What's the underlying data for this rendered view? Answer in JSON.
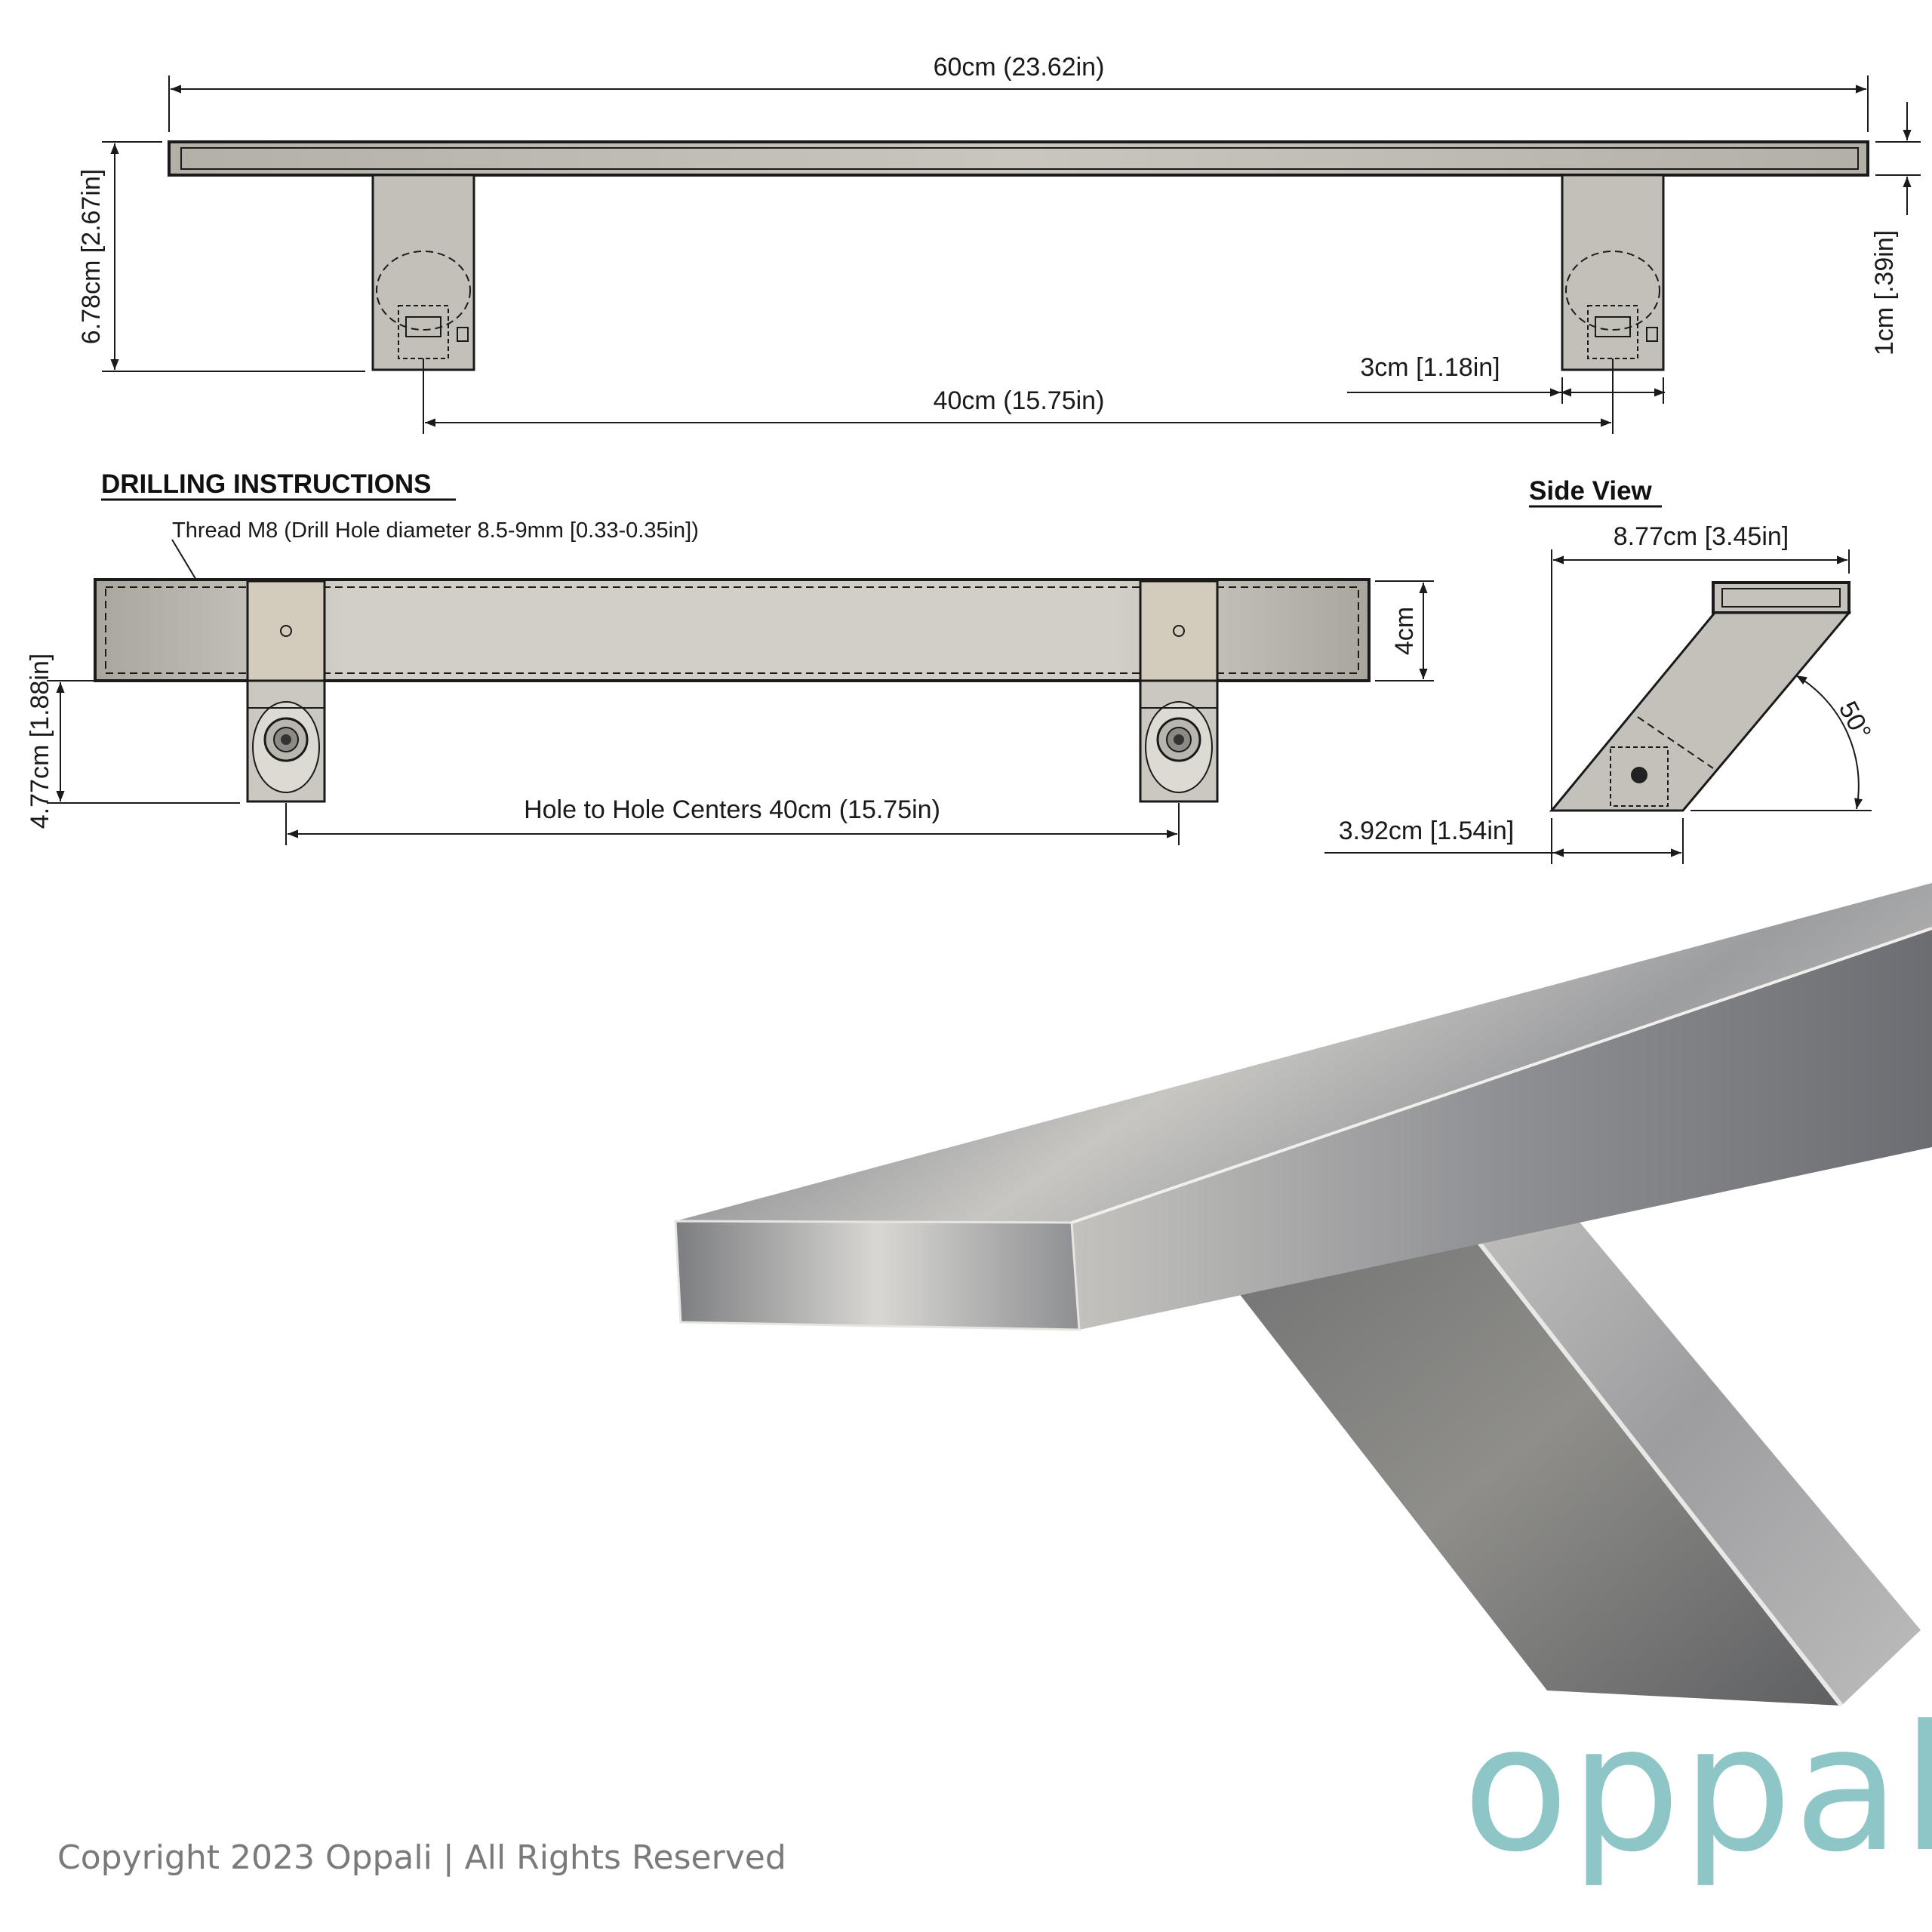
{
  "top_view": {
    "overall_length": "60cm (23.62in)",
    "height": "6.78cm [2.67in]",
    "bar_thickness": "1cm [.39in]",
    "post_width": "3cm [1.18in]",
    "post_spacing": "40cm (15.75in)"
  },
  "drilling": {
    "heading": "DRILLING INSTRUCTIONS",
    "thread_note": "Thread M8 (Drill Hole diameter 8.5-9mm [0.33-0.35in])",
    "bar_width": "4cm",
    "post_height": "4.77cm [1.88in]",
    "hole_spacing": "Hole to Hole Centers 40cm (15.75in)"
  },
  "side_view": {
    "heading": "Side View",
    "top_width": "8.77cm [3.45in]",
    "base_width": "3.92cm [1.54in]",
    "angle": "50°"
  },
  "footer": {
    "copyright": "Copyright 2023 Oppali | All Rights Reserved",
    "brand": "oppali"
  },
  "colors": {
    "metal_fill": "#bdbab3",
    "outline": "#1a1a1a",
    "brand": "#8ec6c8"
  }
}
